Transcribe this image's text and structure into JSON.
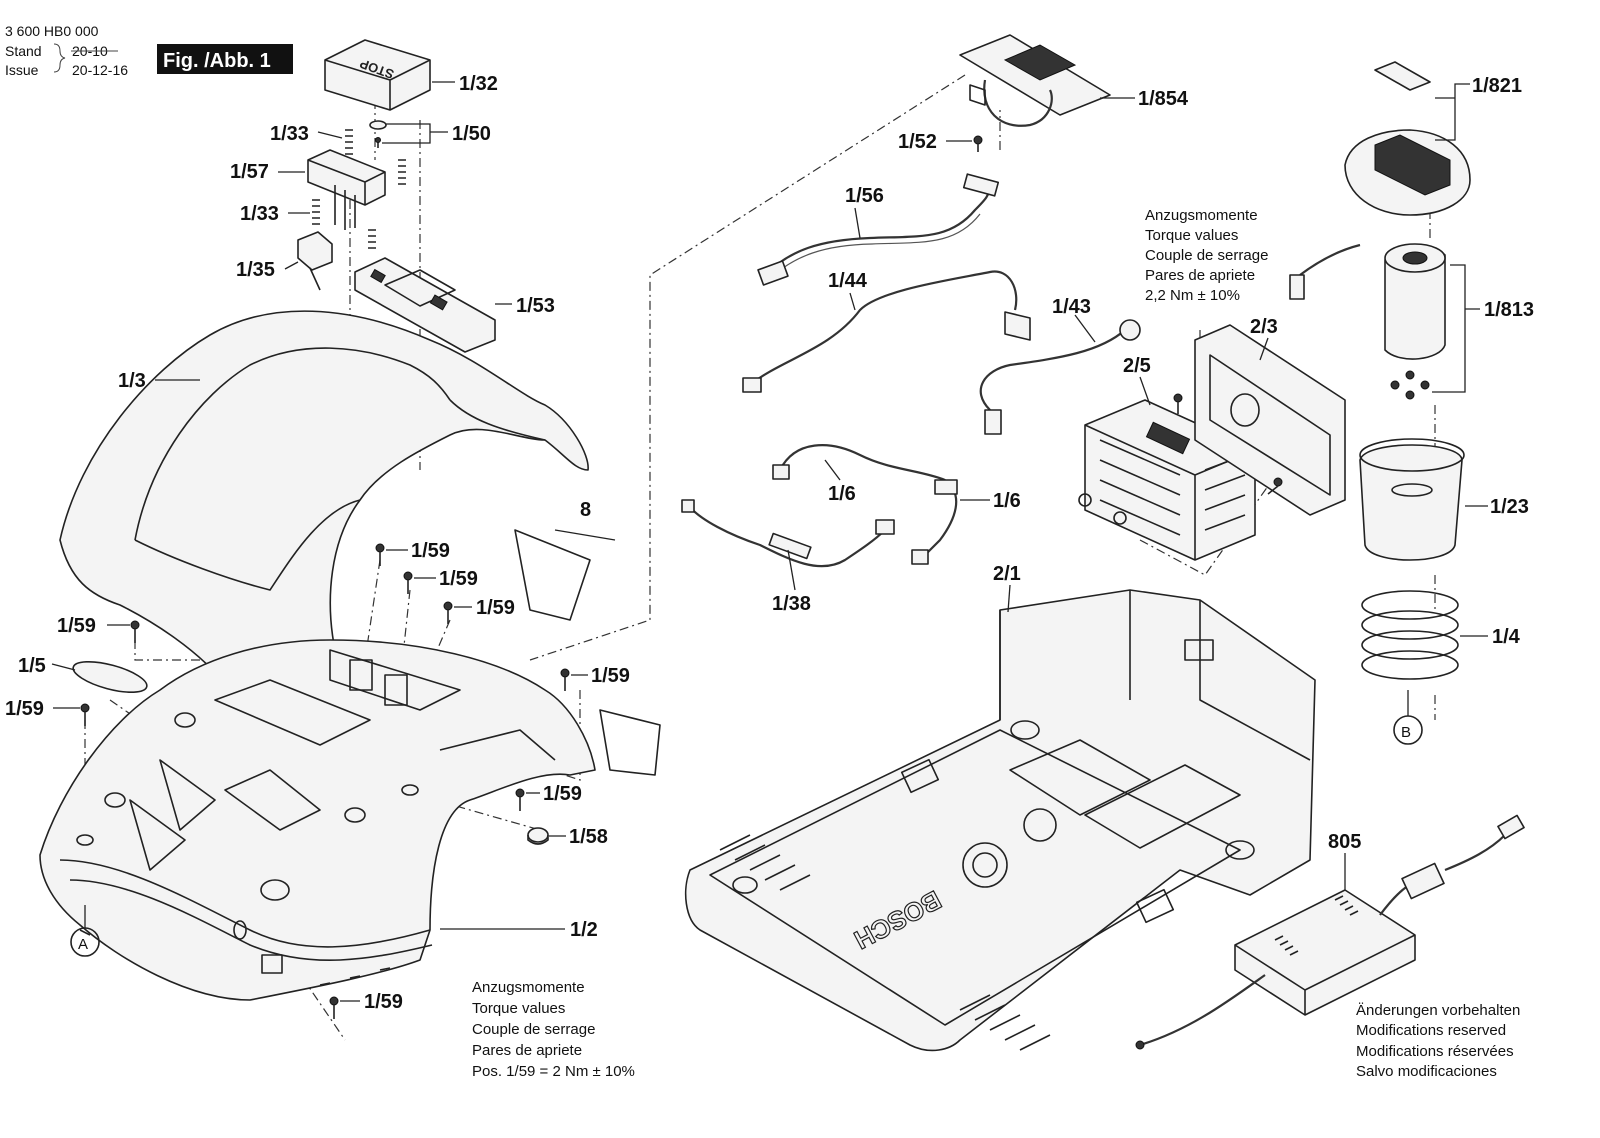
{
  "header": {
    "doc_number": "3 600 HB0 000",
    "stand_label": "Stand",
    "stand_value": "20-10",
    "issue_label": "Issue",
    "issue_value": "20-12-16",
    "fig_label": "Fig. /Abb. 1"
  },
  "part_labels": {
    "p1_32": "1/32",
    "p1_33a": "1/33",
    "p1_50": "1/50",
    "p1_57": "1/57",
    "p1_33b": "1/33",
    "p1_35": "1/35",
    "p1_53": "1/53",
    "p1_3": "1/3",
    "p1_59a": "1/59",
    "p1_59b": "1/59",
    "p1_59c": "1/59",
    "p1_59d": "1/59",
    "p1_5": "1/5",
    "p1_59e": "1/59",
    "p1_59f": "1/59",
    "p8": "8",
    "p1_59g": "1/59",
    "p1_58": "1/58",
    "p1_2": "1/2",
    "p1_59h": "1/59",
    "p1_854": "1/854",
    "p1_52": "1/52",
    "p1_56": "1/56",
    "p1_44": "1/44",
    "p1_43": "1/43",
    "p2_5": "2/5",
    "p2_3": "2/3",
    "p1_6a": "1/6",
    "p1_6b": "1/6",
    "p1_38": "1/38",
    "p2_1": "2/1",
    "p1_821": "1/821",
    "p1_813": "1/813",
    "p1_23": "1/23",
    "p1_4": "1/4",
    "p805": "805",
    "ref_a": "A",
    "ref_b": "B",
    "stop_text": "STOP",
    "bosch_text": "BOSCH"
  },
  "torque_note_upper": {
    "line1": "Anzugsmomente",
    "line2": "Torque values",
    "line3": "Couple de serrage",
    "line4": "Pares de apriete",
    "line5": "2,2 Nm  ± 10%"
  },
  "torque_note_lower": {
    "line1": "Anzugsmomente",
    "line2": "Torque values",
    "line3": "Couple de serrage",
    "line4": "Pares de apriete",
    "line5": "Pos.    1/59 = 2 Nm  ± 10%"
  },
  "modifications_note": {
    "line1": "Änderungen vorbehalten",
    "line2": "Modifications reserved",
    "line3": "Modifications réservées",
    "line4": "Salvo modificaciones"
  }
}
